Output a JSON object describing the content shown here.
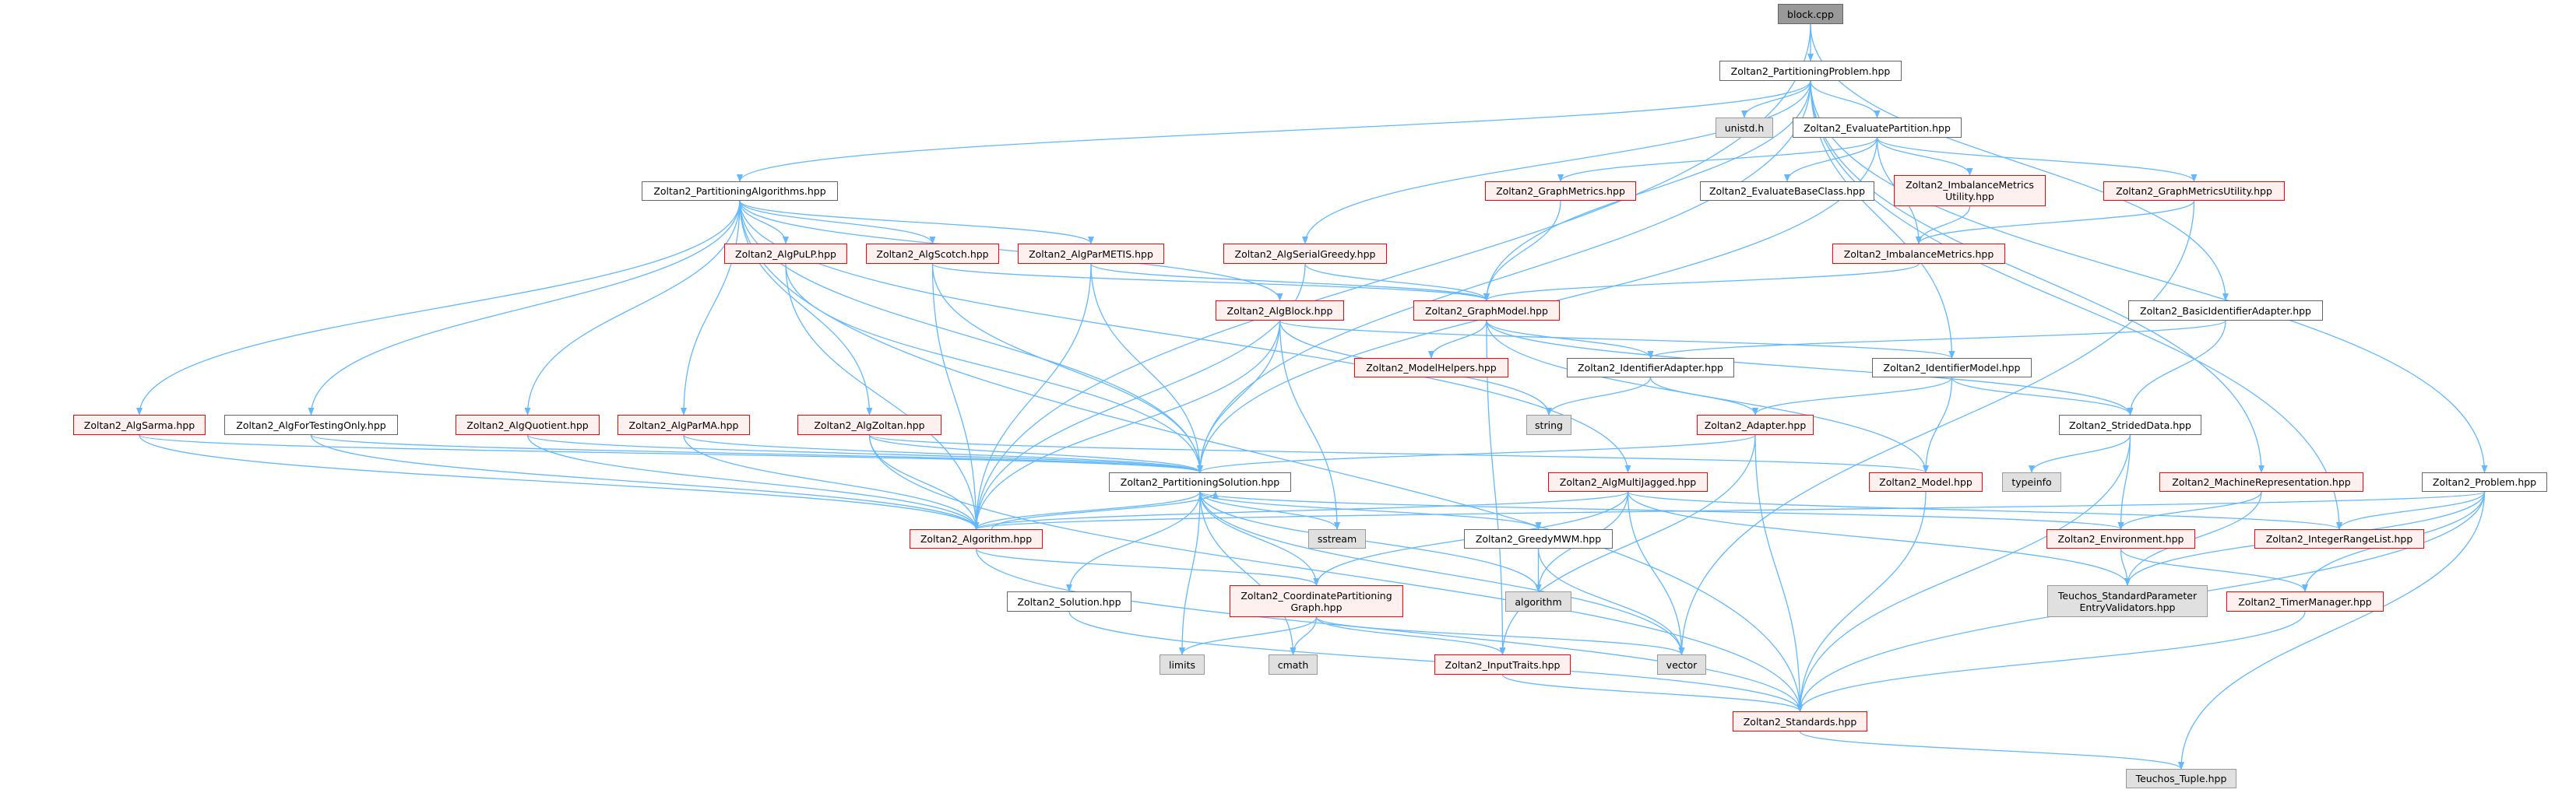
{
  "graph": {
    "title": "block.cpp",
    "colors": {
      "edge": "#63b8ff",
      "red_border": "#ff0000",
      "root_fill": "#999999",
      "system_fill": "#e0e0e0"
    },
    "nodes": [
      {
        "id": "block",
        "label": "block.cpp",
        "kind": "root"
      },
      {
        "id": "pprob",
        "label": "Zoltan2_PartitioningProblem.hpp",
        "kind": "normal"
      },
      {
        "id": "unistd",
        "label": "unistd.h",
        "kind": "sys"
      },
      {
        "id": "evalpart",
        "label": "Zoltan2_EvaluatePartition.hpp",
        "kind": "normal"
      },
      {
        "id": "palgs",
        "label": "Zoltan2_PartitioningAlgorithms.hpp",
        "kind": "normal"
      },
      {
        "id": "graphmetrics",
        "label": "Zoltan2_GraphMetrics.hpp",
        "kind": "red"
      },
      {
        "id": "evalbase",
        "label": "Zoltan2_EvaluateBaseClass.hpp",
        "kind": "normal"
      },
      {
        "id": "imbutil",
        "label": "Zoltan2_ImbalanceMetrics\nUtility.hpp",
        "kind": "red"
      },
      {
        "id": "gmutil",
        "label": "Zoltan2_GraphMetricsUtility.hpp",
        "kind": "red"
      },
      {
        "id": "pulp",
        "label": "Zoltan2_AlgPuLP.hpp",
        "kind": "red"
      },
      {
        "id": "scotch",
        "label": "Zoltan2_AlgScotch.hpp",
        "kind": "red"
      },
      {
        "id": "parmetis",
        "label": "Zoltan2_AlgParMETIS.hpp",
        "kind": "red"
      },
      {
        "id": "sgreedy",
        "label": "Zoltan2_AlgSerialGreedy.hpp",
        "kind": "red"
      },
      {
        "id": "imb",
        "label": "Zoltan2_ImbalanceMetrics.hpp",
        "kind": "red"
      },
      {
        "id": "algblock",
        "label": "Zoltan2_AlgBlock.hpp",
        "kind": "red"
      },
      {
        "id": "graphmodel",
        "label": "Zoltan2_GraphModel.hpp",
        "kind": "red"
      },
      {
        "id": "basicid",
        "label": "Zoltan2_BasicIdentifierAdapter.hpp",
        "kind": "normal"
      },
      {
        "id": "modelhelpers",
        "label": "Zoltan2_ModelHelpers.hpp",
        "kind": "red"
      },
      {
        "id": "idadapter",
        "label": "Zoltan2_IdentifierAdapter.hpp",
        "kind": "normal"
      },
      {
        "id": "idmodel",
        "label": "Zoltan2_IdentifierModel.hpp",
        "kind": "normal"
      },
      {
        "id": "string",
        "label": "string",
        "kind": "sys"
      },
      {
        "id": "sarma",
        "label": "Zoltan2_AlgSarma.hpp",
        "kind": "red"
      },
      {
        "id": "fortest",
        "label": "Zoltan2_AlgForTestingOnly.hpp",
        "kind": "normal"
      },
      {
        "id": "quotient",
        "label": "Zoltan2_AlgQuotient.hpp",
        "kind": "red"
      },
      {
        "id": "parma",
        "label": "Zoltan2_AlgParMA.hpp",
        "kind": "red"
      },
      {
        "id": "zoltan",
        "label": "Zoltan2_AlgZoltan.hpp",
        "kind": "red"
      },
      {
        "id": "adapter",
        "label": "Zoltan2_Adapter.hpp",
        "kind": "red"
      },
      {
        "id": "strided",
        "label": "Zoltan2_StridedData.hpp",
        "kind": "normal"
      },
      {
        "id": "psol",
        "label": "Zoltan2_PartitioningSolution.hpp",
        "kind": "normal"
      },
      {
        "id": "mj",
        "label": "Zoltan2_AlgMultiJagged.hpp",
        "kind": "red"
      },
      {
        "id": "model",
        "label": "Zoltan2_Model.hpp",
        "kind": "red"
      },
      {
        "id": "typeinfo",
        "label": "typeinfo",
        "kind": "sys"
      },
      {
        "id": "machine",
        "label": "Zoltan2_MachineRepresentation.hpp",
        "kind": "red"
      },
      {
        "id": "problem",
        "label": "Zoltan2_Problem.hpp",
        "kind": "normal"
      },
      {
        "id": "algorithm_h",
        "label": "Zoltan2_Algorithm.hpp",
        "kind": "red"
      },
      {
        "id": "sstream",
        "label": "sstream",
        "kind": "sys"
      },
      {
        "id": "greedy",
        "label": "Zoltan2_GreedyMWM.hpp",
        "kind": "normal"
      },
      {
        "id": "env",
        "label": "Zoltan2_Environment.hpp",
        "kind": "red"
      },
      {
        "id": "intrange",
        "label": "Zoltan2_IntegerRangeList.hpp",
        "kind": "red"
      },
      {
        "id": "solution",
        "label": "Zoltan2_Solution.hpp",
        "kind": "normal"
      },
      {
        "id": "cpg",
        "label": "Zoltan2_CoordinatePartitioning\nGraph.hpp",
        "kind": "red"
      },
      {
        "id": "algorithm",
        "label": "algorithm",
        "kind": "sys"
      },
      {
        "id": "teuchosspev",
        "label": "Teuchos_StandardParameter\nEntryValidators.hpp",
        "kind": "sys"
      },
      {
        "id": "timer",
        "label": "Zoltan2_TimerManager.hpp",
        "kind": "red"
      },
      {
        "id": "limits",
        "label": "limits",
        "kind": "sys"
      },
      {
        "id": "cmath",
        "label": "cmath",
        "kind": "sys"
      },
      {
        "id": "inputtraits",
        "label": "Zoltan2_InputTraits.hpp",
        "kind": "red"
      },
      {
        "id": "vector",
        "label": "vector",
        "kind": "sys"
      },
      {
        "id": "standards",
        "label": "Zoltan2_Standards.hpp",
        "kind": "red"
      },
      {
        "id": "tuple",
        "label": "Teuchos_Tuple.hpp",
        "kind": "sys"
      }
    ],
    "edges": [
      [
        "block",
        "pprob"
      ],
      [
        "block",
        "algorithm_h"
      ],
      [
        "block",
        "basicid"
      ],
      [
        "pprob",
        "palgs"
      ],
      [
        "pprob",
        "unistd"
      ],
      [
        "pprob",
        "evalpart"
      ],
      [
        "pprob",
        "sgreedy"
      ],
      [
        "pprob",
        "graphmodel"
      ],
      [
        "pprob",
        "psol"
      ],
      [
        "pprob",
        "idmodel"
      ],
      [
        "pprob",
        "machine"
      ],
      [
        "pprob",
        "intrange"
      ],
      [
        "pprob",
        "problem"
      ],
      [
        "evalpart",
        "graphmetrics"
      ],
      [
        "evalpart",
        "evalbase"
      ],
      [
        "evalpart",
        "imbutil"
      ],
      [
        "evalpart",
        "gmutil"
      ],
      [
        "evalpart",
        "imb"
      ],
      [
        "evalpart",
        "psol"
      ],
      [
        "palgs",
        "pulp"
      ],
      [
        "palgs",
        "scotch"
      ],
      [
        "palgs",
        "parmetis"
      ],
      [
        "palgs",
        "algblock"
      ],
      [
        "palgs",
        "sarma"
      ],
      [
        "palgs",
        "fortest"
      ],
      [
        "palgs",
        "quotient"
      ],
      [
        "palgs",
        "parma"
      ],
      [
        "palgs",
        "zoltan"
      ],
      [
        "palgs",
        "mj"
      ],
      [
        "palgs",
        "standards"
      ],
      [
        "palgs",
        "psol"
      ],
      [
        "graphmetrics",
        "graphmodel"
      ],
      [
        "imbutil",
        "imb"
      ],
      [
        "gmutil",
        "imb"
      ],
      [
        "gmutil",
        "vector"
      ],
      [
        "imb",
        "graphmodel"
      ],
      [
        "pulp",
        "algorithm_h"
      ],
      [
        "pulp",
        "psol"
      ],
      [
        "scotch",
        "graphmodel"
      ],
      [
        "scotch",
        "algorithm_h"
      ],
      [
        "scotch",
        "psol"
      ],
      [
        "parmetis",
        "graphmodel"
      ],
      [
        "parmetis",
        "algorithm_h"
      ],
      [
        "parmetis",
        "psol"
      ],
      [
        "sgreedy",
        "algorithm_h"
      ],
      [
        "sgreedy",
        "graphmodel"
      ],
      [
        "algblock",
        "idmodel"
      ],
      [
        "algblock",
        "algorithm_h"
      ],
      [
        "algblock",
        "psol"
      ],
      [
        "algblock",
        "string"
      ],
      [
        "algblock",
        "sstream"
      ],
      [
        "graphmodel",
        "modelhelpers"
      ],
      [
        "graphmodel",
        "idadapter"
      ],
      [
        "graphmodel",
        "inputtraits"
      ],
      [
        "graphmodel",
        "model"
      ],
      [
        "graphmodel",
        "strided"
      ],
      [
        "basicid",
        "idadapter"
      ],
      [
        "basicid",
        "strided"
      ],
      [
        "idadapter",
        "string"
      ],
      [
        "idadapter",
        "adapter"
      ],
      [
        "idmodel",
        "adapter"
      ],
      [
        "idmodel",
        "model"
      ],
      [
        "idmodel",
        "strided"
      ],
      [
        "adapter",
        "psol"
      ],
      [
        "adapter",
        "inputtraits"
      ],
      [
        "adapter",
        "standards"
      ],
      [
        "strided",
        "typeinfo"
      ],
      [
        "strided",
        "env"
      ],
      [
        "strided",
        "standards"
      ],
      [
        "sarma",
        "algorithm_h"
      ],
      [
        "sarma",
        "psol"
      ],
      [
        "fortest",
        "algorithm_h"
      ],
      [
        "fortest",
        "psol"
      ],
      [
        "quotient",
        "algorithm_h"
      ],
      [
        "quotient",
        "psol"
      ],
      [
        "parma",
        "algorithm_h"
      ],
      [
        "parma",
        "psol"
      ],
      [
        "zoltan",
        "algorithm_h"
      ],
      [
        "zoltan",
        "psol"
      ],
      [
        "zoltan",
        "model"
      ],
      [
        "zoltan",
        "standards"
      ],
      [
        "psol",
        "algorithm_h"
      ],
      [
        "psol",
        "sstream"
      ],
      [
        "psol",
        "greedy"
      ],
      [
        "psol",
        "solution"
      ],
      [
        "psol",
        "cpg"
      ],
      [
        "psol",
        "algorithm"
      ],
      [
        "psol",
        "limits"
      ],
      [
        "psol",
        "cmath"
      ],
      [
        "psol",
        "vector"
      ],
      [
        "psol",
        "env"
      ],
      [
        "mj",
        "algorithm_h"
      ],
      [
        "mj",
        "cpg"
      ],
      [
        "mj",
        "algorithm"
      ],
      [
        "mj",
        "vector"
      ],
      [
        "mj",
        "intrange"
      ],
      [
        "mj",
        "teuchosspev"
      ],
      [
        "algorithm_h",
        "psol"
      ],
      [
        "algorithm_h",
        "cpg"
      ],
      [
        "algorithm_h",
        "standards"
      ],
      [
        "greedy",
        "algorithm"
      ],
      [
        "greedy",
        "vector"
      ],
      [
        "solution",
        "standards"
      ],
      [
        "cpg",
        "limits"
      ],
      [
        "cpg",
        "cmath"
      ],
      [
        "cpg",
        "inputtraits"
      ],
      [
        "cpg",
        "vector"
      ],
      [
        "inputtraits",
        "standards"
      ],
      [
        "model",
        "standards"
      ],
      [
        "machine",
        "env"
      ],
      [
        "machine",
        "teuchosspev"
      ],
      [
        "problem",
        "algorithm_h"
      ],
      [
        "problem",
        "intrange"
      ],
      [
        "problem",
        "teuchosspev"
      ],
      [
        "problem",
        "timer"
      ],
      [
        "problem",
        "standards"
      ],
      [
        "problem",
        "tuple"
      ],
      [
        "env",
        "teuchosspev"
      ],
      [
        "env",
        "timer"
      ],
      [
        "timer",
        "standards"
      ],
      [
        "standards",
        "tuple"
      ]
    ]
  }
}
